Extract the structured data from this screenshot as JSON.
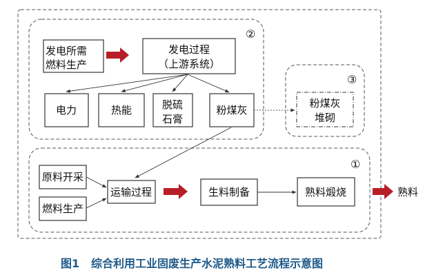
{
  "diagram": {
    "groups": {
      "upstream": {
        "badge": "②"
      },
      "fly_ash_stacking": {
        "badge": "③"
      },
      "cement_process": {
        "badge": "①"
      }
    },
    "nodes": {
      "fuel_for_power": {
        "line1": "发电所需",
        "line2": "燃料生产"
      },
      "power_generation": {
        "line1": "发电过程",
        "line2": "（上游系统）"
      },
      "electricity": {
        "label": "电力"
      },
      "heat": {
        "label": "热能"
      },
      "desulfurization_gypsum": {
        "line1": "脱硫",
        "line2": "石膏"
      },
      "fly_ash": {
        "label": "粉煤灰"
      },
      "fly_ash_stack": {
        "line1": "粉煤灰",
        "line2": "堆砌"
      },
      "raw_material_mining": {
        "label": "原料开采"
      },
      "fuel_production": {
        "label": "燃料生产"
      },
      "transport": {
        "label": "运输过程"
      },
      "raw_meal_prep": {
        "label": "生料制备"
      },
      "clinker_calcination": {
        "label": "熟料煅烧"
      },
      "clinker_output": {
        "label": "熟料"
      }
    },
    "accent_color": "#b81e28"
  },
  "caption": {
    "figure": "图1",
    "title": "综合利用工业固废生产水泥熟料工艺流程示意图"
  }
}
